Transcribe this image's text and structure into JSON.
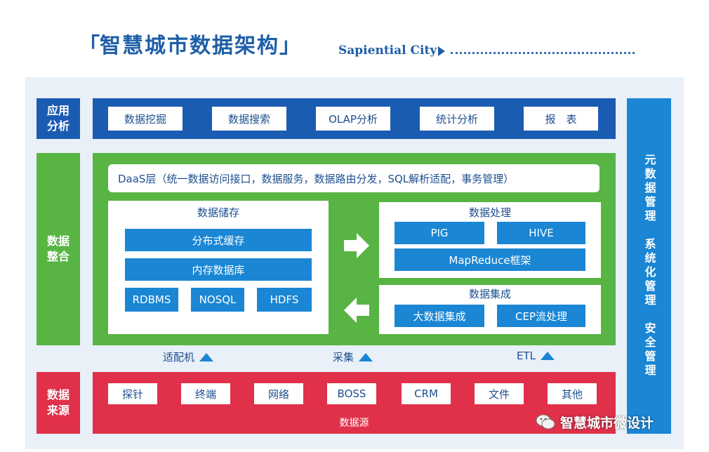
{
  "header": {
    "title": "智慧城市数据架构",
    "bracket_open": "「",
    "bracket_close": "」",
    "subtitle": "Sapiential City"
  },
  "labels": {
    "application": [
      "应用",
      "分析"
    ],
    "integration": [
      "数据",
      "整合"
    ],
    "source": [
      "数据",
      "来源"
    ]
  },
  "application_row": [
    "数据挖掘",
    "数据搜索",
    "OLAP分析",
    "统计分析",
    "报　表"
  ],
  "integration": {
    "daas": "DaaS层（统一数据访问接口，数据服务，数据路由分发，SQL解析适配，事务管理）",
    "storage": {
      "title": "数据储存",
      "bars": [
        "分布式缓存",
        "内存数据库"
      ],
      "small": [
        "RDBMS",
        "NOSQL",
        "HDFS"
      ]
    },
    "processing": {
      "title": "数据处理",
      "top": [
        "PIG",
        "HIVE"
      ],
      "bottom": "MapReduce框架"
    },
    "integration_panel": {
      "title": "数据集成",
      "items": [
        "大数据集成",
        "CEP流处理"
      ]
    }
  },
  "connectors": [
    "适配机",
    "采集",
    "ETL"
  ],
  "source_row": [
    "探针",
    "终端",
    "网络",
    "BOSS",
    "CRM",
    "文件",
    "其他"
  ],
  "source_caption": "数据源",
  "management": [
    "元数据管理",
    "系统化管理",
    "安全管理"
  ],
  "watermark": "智慧城市微设计",
  "colors": {
    "blue": "#1b5cb3",
    "green": "#58b544",
    "red": "#e0304a",
    "light_blue": "#1a86d4",
    "background": "#e9f0f8"
  }
}
